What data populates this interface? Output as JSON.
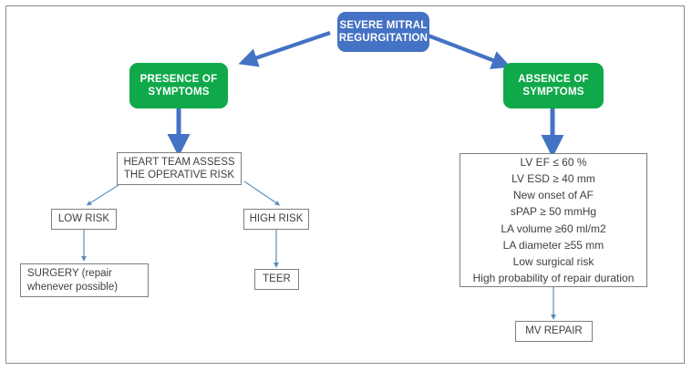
{
  "diagram": {
    "title_node": {
      "id": "severe-mitral-regurgitation",
      "label": "SEVERE MITRAL\nREGURGITATION",
      "color": "#4472c4",
      "shape": "rounded-rectangle"
    },
    "branch_nodes": [
      {
        "id": "presence-of-symptoms",
        "label": "PRESENCE OF\nSYMPTOMS",
        "color": "#0fa94a",
        "shape": "rounded-rectangle"
      },
      {
        "id": "absence-of-symptoms",
        "label": "ABSENCE OF\nSYMPTOMS",
        "color": "#0fa94a",
        "shape": "rounded-rectangle"
      }
    ],
    "heart_team": {
      "id": "heart-team-assess",
      "label": "HEART TEAM ASSESS\nTHE OPERATIVE RISK"
    },
    "risk_nodes": [
      {
        "id": "low-risk",
        "label": "LOW RISK"
      },
      {
        "id": "high-risk",
        "label": "HIGH RISK"
      }
    ],
    "treatment_nodes": [
      {
        "id": "surgery",
        "label": "SURGERY (repair\nwhenever possible)"
      },
      {
        "id": "teer",
        "label": "TEER"
      },
      {
        "id": "mv-repair",
        "label": "MV REPAIR"
      }
    ],
    "criteria_box": {
      "id": "asymptomatic-criteria",
      "lines": [
        "LV EF ≤ 60 %",
        "LV ESD ≥ 40 mm",
        "New onset of AF",
        "sPAP ≥ 50 mmHg",
        "LA volume ≥60 ml/m2",
        "LA diameter ≥55 mm",
        "Low surgical risk",
        "High probability of repair duration"
      ]
    },
    "colors": {
      "primary_blue": "#4472c4",
      "primary_green": "#0fa94a",
      "thin_arrow_blue": "#5b8db8",
      "box_border": "#7f7f7f",
      "frame_border": "#8d8d8d",
      "text_dark": "#3f3f3f"
    }
  }
}
